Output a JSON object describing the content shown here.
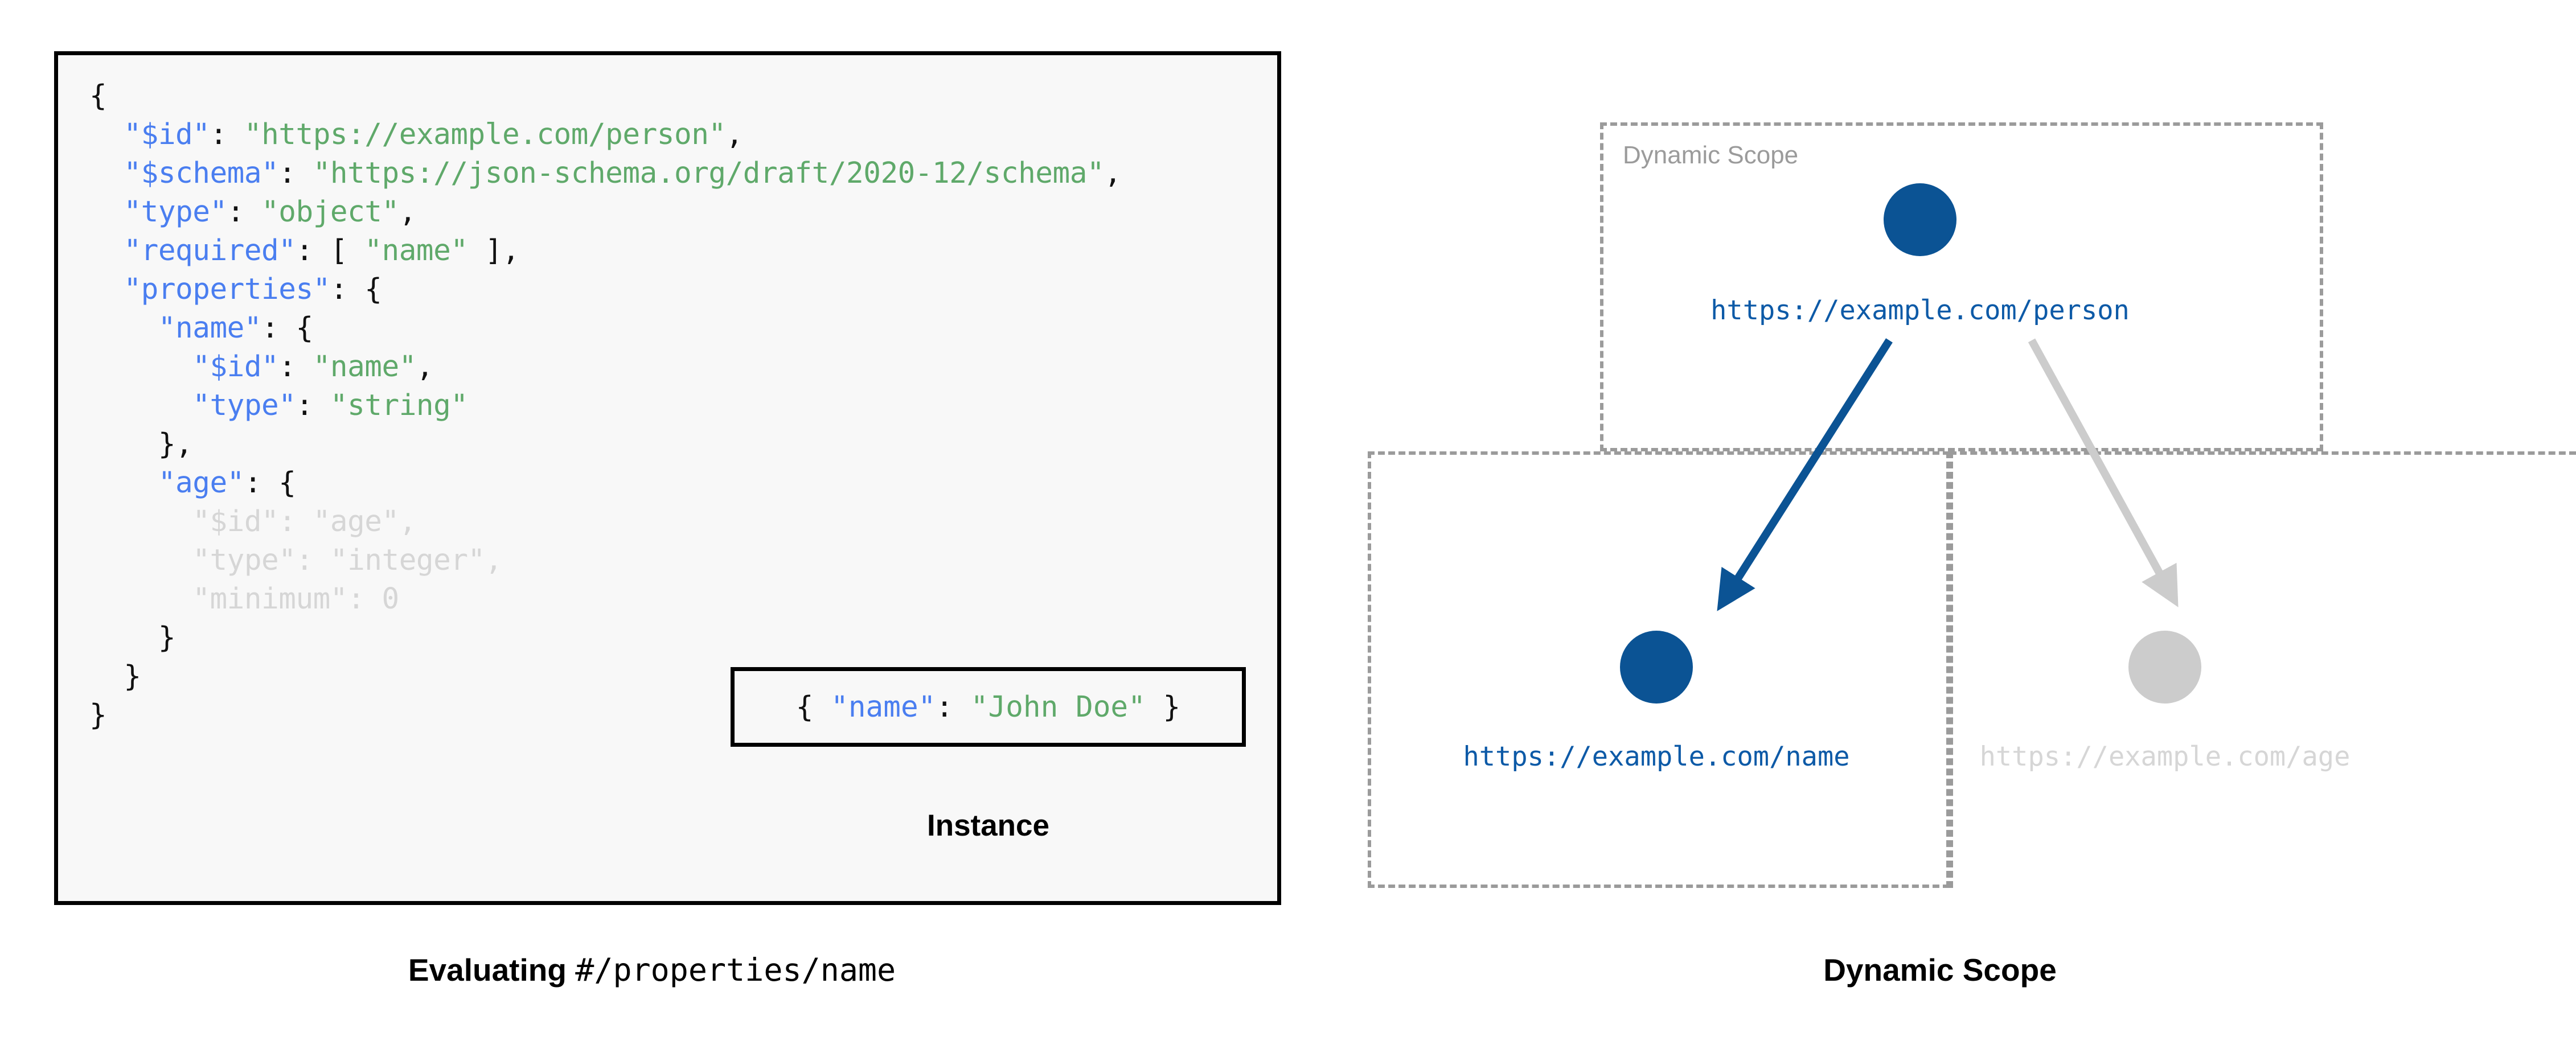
{
  "left_panel": {
    "schema_code_lines": [
      [
        {
          "t": "{",
          "c": "pun"
        }
      ],
      [
        {
          "t": "  ",
          "c": "pun"
        },
        {
          "t": "\"$id\"",
          "c": "key"
        },
        {
          "t": ": ",
          "c": "pun"
        },
        {
          "t": "\"https://example.com/person\"",
          "c": "str"
        },
        {
          "t": ",",
          "c": "pun"
        }
      ],
      [
        {
          "t": "  ",
          "c": "pun"
        },
        {
          "t": "\"$schema\"",
          "c": "key"
        },
        {
          "t": ": ",
          "c": "pun"
        },
        {
          "t": "\"https://json-schema.org/draft/2020-12/schema\"",
          "c": "str"
        },
        {
          "t": ",",
          "c": "pun"
        }
      ],
      [
        {
          "t": "  ",
          "c": "pun"
        },
        {
          "t": "\"type\"",
          "c": "key"
        },
        {
          "t": ": ",
          "c": "pun"
        },
        {
          "t": "\"object\"",
          "c": "str"
        },
        {
          "t": ",",
          "c": "pun"
        }
      ],
      [
        {
          "t": "  ",
          "c": "pun"
        },
        {
          "t": "\"required\"",
          "c": "key"
        },
        {
          "t": ": [ ",
          "c": "pun"
        },
        {
          "t": "\"name\"",
          "c": "str"
        },
        {
          "t": " ],",
          "c": "pun"
        }
      ],
      [
        {
          "t": "  ",
          "c": "pun"
        },
        {
          "t": "\"properties\"",
          "c": "key"
        },
        {
          "t": ": {",
          "c": "pun"
        }
      ],
      [
        {
          "t": "    ",
          "c": "pun"
        },
        {
          "t": "\"name\"",
          "c": "key"
        },
        {
          "t": ": {",
          "c": "pun"
        }
      ],
      [
        {
          "t": "      ",
          "c": "pun"
        },
        {
          "t": "\"$id\"",
          "c": "key"
        },
        {
          "t": ": ",
          "c": "pun"
        },
        {
          "t": "\"name\"",
          "c": "str"
        },
        {
          "t": ",",
          "c": "pun"
        }
      ],
      [
        {
          "t": "      ",
          "c": "pun"
        },
        {
          "t": "\"type\"",
          "c": "key"
        },
        {
          "t": ": ",
          "c": "pun"
        },
        {
          "t": "\"string\"",
          "c": "str"
        }
      ],
      [
        {
          "t": "    },",
          "c": "pun"
        }
      ],
      [
        {
          "t": "    ",
          "c": "pun"
        },
        {
          "t": "\"age\"",
          "c": "key"
        },
        {
          "t": ": {",
          "c": "pun"
        }
      ],
      [
        {
          "t": "      ",
          "c": "pun"
        },
        {
          "t": "\"$id\"",
          "c": "key"
        },
        {
          "t": ": ",
          "c": "pun"
        },
        {
          "t": "\"age\"",
          "c": "str"
        },
        {
          "t": ",",
          "c": "pun"
        }
      ],
      [
        {
          "t": "      ",
          "c": "pun"
        },
        {
          "t": "\"type\"",
          "c": "key"
        },
        {
          "t": ": ",
          "c": "pun"
        },
        {
          "t": "\"integer\"",
          "c": "str"
        },
        {
          "t": ",",
          "c": "pun"
        }
      ],
      [
        {
          "t": "      ",
          "c": "pun"
        },
        {
          "t": "\"minimum\"",
          "c": "key"
        },
        {
          "t": ": ",
          "c": "pun"
        },
        {
          "t": "0",
          "c": "num"
        }
      ],
      [
        {
          "t": "    }",
          "c": "pun"
        }
      ],
      [
        {
          "t": "  }",
          "c": "pun"
        }
      ],
      [
        {
          "t": "}",
          "c": "pun"
        }
      ]
    ],
    "schema_faded_line_indices": [
      11,
      12,
      13
    ],
    "instance": {
      "code_parts": [
        {
          "t": "{ ",
          "c": "pun"
        },
        {
          "t": "\"name\"",
          "c": "key"
        },
        {
          "t": ": ",
          "c": "pun"
        },
        {
          "t": "\"John Doe\"",
          "c": "str"
        },
        {
          "t": " }",
          "c": "pun"
        }
      ],
      "caption": "Instance"
    },
    "caption_bold": "Evaluating ",
    "caption_mono": "#/properties/name"
  },
  "right_panel": {
    "caption": "Dynamic Scope",
    "scope_label": "Dynamic Scope",
    "nodes": [
      {
        "id": "person",
        "label": "https://example.com/person",
        "state": "active",
        "color": "#0b5394"
      },
      {
        "id": "name",
        "label": "https://example.com/name",
        "state": "active",
        "color": "#0b5394"
      },
      {
        "id": "age",
        "label": "https://example.com/age",
        "state": "inactive",
        "color": "#cccccc"
      }
    ],
    "edges": [
      {
        "from": "person",
        "to": "name",
        "state": "active",
        "color": "#0b5394"
      },
      {
        "from": "person",
        "to": "age",
        "state": "inactive",
        "color": "#cccccc"
      }
    ]
  },
  "colors": {
    "accent_blue": "#0b5394",
    "link_blue": "#0d5aa7",
    "muted_gray": "#cccccc",
    "dashed_gray": "#9b9b9b",
    "code_bg": "#f8f8f8",
    "key_blue": "#4a7ef0",
    "string_green": "#5fa96a",
    "faded_text": "#d6d6d6"
  }
}
